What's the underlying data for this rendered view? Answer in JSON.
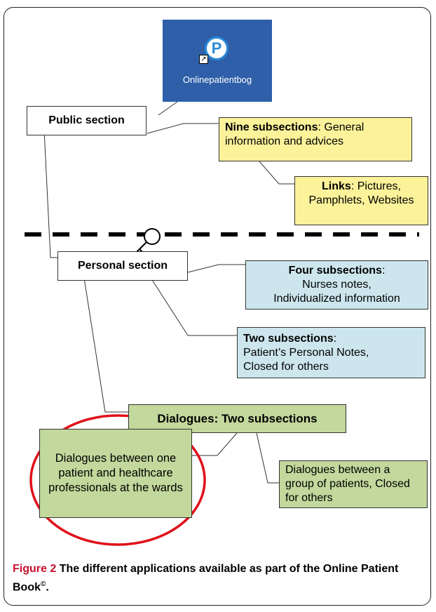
{
  "app_shortcut": {
    "icon_letter": "P",
    "label": "Onlinepatientbog"
  },
  "public_section": {
    "label": "Public section"
  },
  "nine_subsections": {
    "title": "Nine subsections",
    "text": ": General information and advices"
  },
  "links": {
    "title": "Links",
    "text": ": Pictures, Pamphlets, Websites"
  },
  "personal_section": {
    "label": "Personal section"
  },
  "four_subsections": {
    "title": "Four subsections",
    "colon": ":",
    "line1": "Nurses notes,",
    "line2": "Individualized information"
  },
  "two_subsections": {
    "title": "Two subsections",
    "colon": ":",
    "line1": "Patient’s Personal Notes,",
    "line2": "Closed for others"
  },
  "dialogues": {
    "title": "Dialogues",
    "text": ": Two subsections"
  },
  "dialogue_wards": {
    "text": "Dialogues between one patient and healthcare professionals at the wards"
  },
  "dialogue_group": {
    "text": "Dialogues between a group of patients, Closed for others"
  },
  "caption": {
    "figure_label": "Figure 2",
    "text": "The different applications available as part of the Online Patient Book",
    "mark": "©",
    "end": "."
  },
  "colors": {
    "yellow_box": "#fbf29a",
    "blue_box": "#cde6ee",
    "green_box": "#c2d89c",
    "circle": "#e0101a",
    "app_tile": "#2e5fa8",
    "figure_label": "#c8102e"
  },
  "icons": [
    "app-p-icon",
    "shortcut-arrow-icon",
    "key-icon"
  ]
}
